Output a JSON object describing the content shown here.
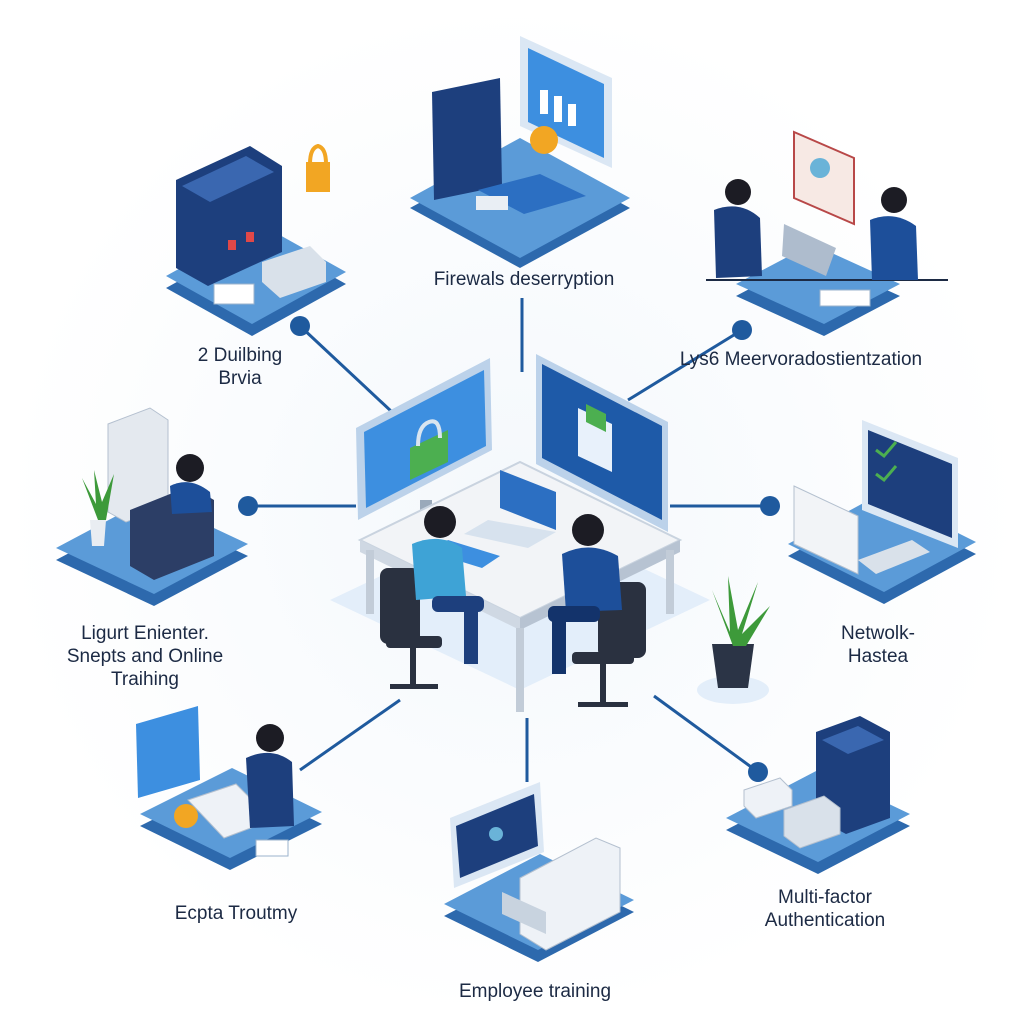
{
  "diagram": {
    "colors": {
      "line": "#1f5a9e",
      "platform_top": "#5b9bd8",
      "platform_side": "#2d69ad",
      "navy": "#1d3f7d",
      "screen_blue": "#3d8fe0",
      "lock_orange": "#f2a623",
      "plant_green": "#3d9a3a",
      "text": "#1c2a44"
    },
    "nodes": [
      {
        "id": "firewalls",
        "label_lines": [
          "Firewals deserryption"
        ],
        "icon": "monitor-laptop-lock-icon"
      },
      {
        "id": "data-building",
        "label_lines": [
          "2 Duilbing",
          "Brvia"
        ],
        "icon": "server-rack-lock-icon"
      },
      {
        "id": "verification",
        "label_lines": [
          "Lys6 Meervoradostientzation"
        ],
        "icon": "people-collaboration-icon"
      },
      {
        "id": "online-training",
        "label_lines": [
          "Ligurt Enienter.",
          "Snepts and Online",
          "Traihing"
        ],
        "icon": "person-server-desk-icon"
      },
      {
        "id": "network-hastea",
        "label_lines": [
          "Netwolk-",
          "Hastea"
        ],
        "icon": "laptop-checklist-icon"
      },
      {
        "id": "ecpta-troutmy",
        "label_lines": [
          "Ecpta Troutmy"
        ],
        "icon": "person-typing-icon"
      },
      {
        "id": "employee-training",
        "label_lines": [
          "Employee training"
        ],
        "icon": "monitor-laptop-icon"
      },
      {
        "id": "mfa",
        "label_lines": [
          "Multi-factor",
          "Authentication"
        ],
        "icon": "server-device-icon"
      }
    ]
  }
}
